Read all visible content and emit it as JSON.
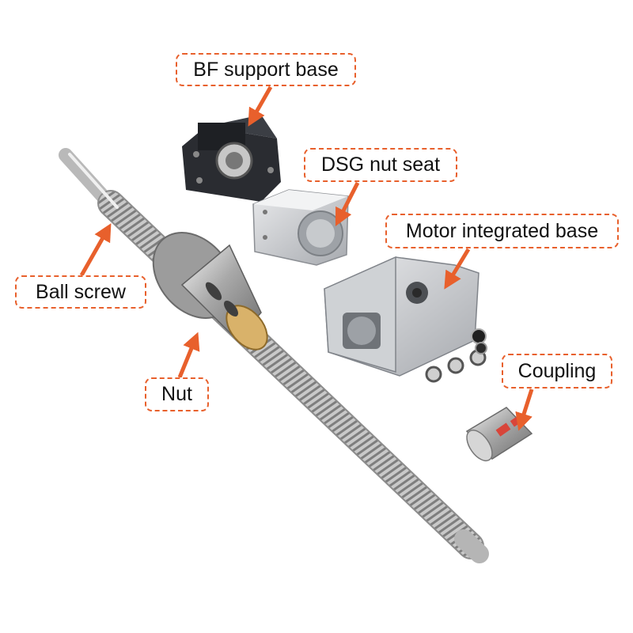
{
  "labels": {
    "bf_support_base": "BF support base",
    "dsg_nut_seat": "DSG nut seat",
    "motor_integrated_base": "Motor integrated base",
    "ball_screw": "Ball screw",
    "nut": "Nut",
    "coupling": "Coupling"
  },
  "colors": {
    "callout_border": "#e8602c",
    "arrow": "#e8602c",
    "text": "#111111",
    "background": "#ffffff"
  }
}
